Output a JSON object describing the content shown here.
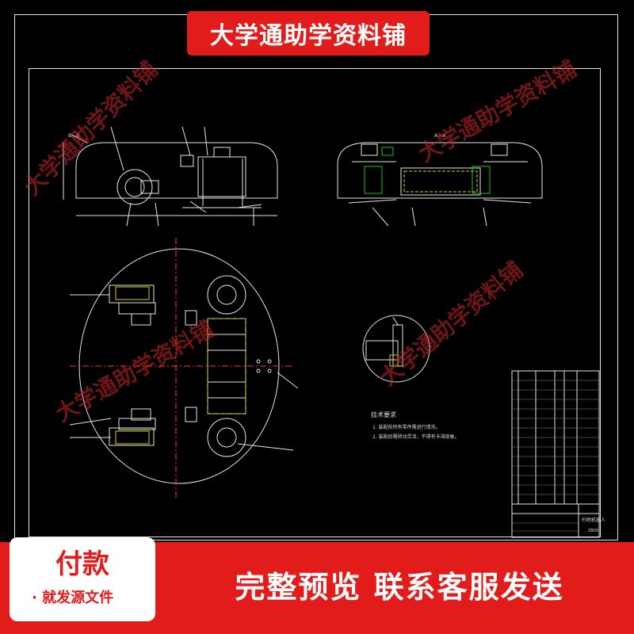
{
  "banner": {
    "text": "大学通助学资料铺"
  },
  "watermark": {
    "text": "大学通助学资料铺"
  },
  "drawing": {
    "section_left_label": "B—B",
    "section_right_label": "A—A",
    "tech_requirements": {
      "title": "技术要求",
      "lines": [
        "1. 装配前所有零件需进行清洗。",
        "2. 装配后需转动灵活，不得有卡滞现象。"
      ]
    },
    "title_block": {
      "name": "扫地机器人",
      "code": "ZB00"
    },
    "colors": {
      "lines": "#e6e6e6",
      "green": "#19c419",
      "yellow": "#e0d000",
      "red_dim": "#ff3030",
      "accent": "#e21b1b"
    }
  },
  "footer": {
    "pay_title": "付款",
    "pay_sub": "· 就发源文件",
    "preview": "完整预览  联系客服发送"
  }
}
